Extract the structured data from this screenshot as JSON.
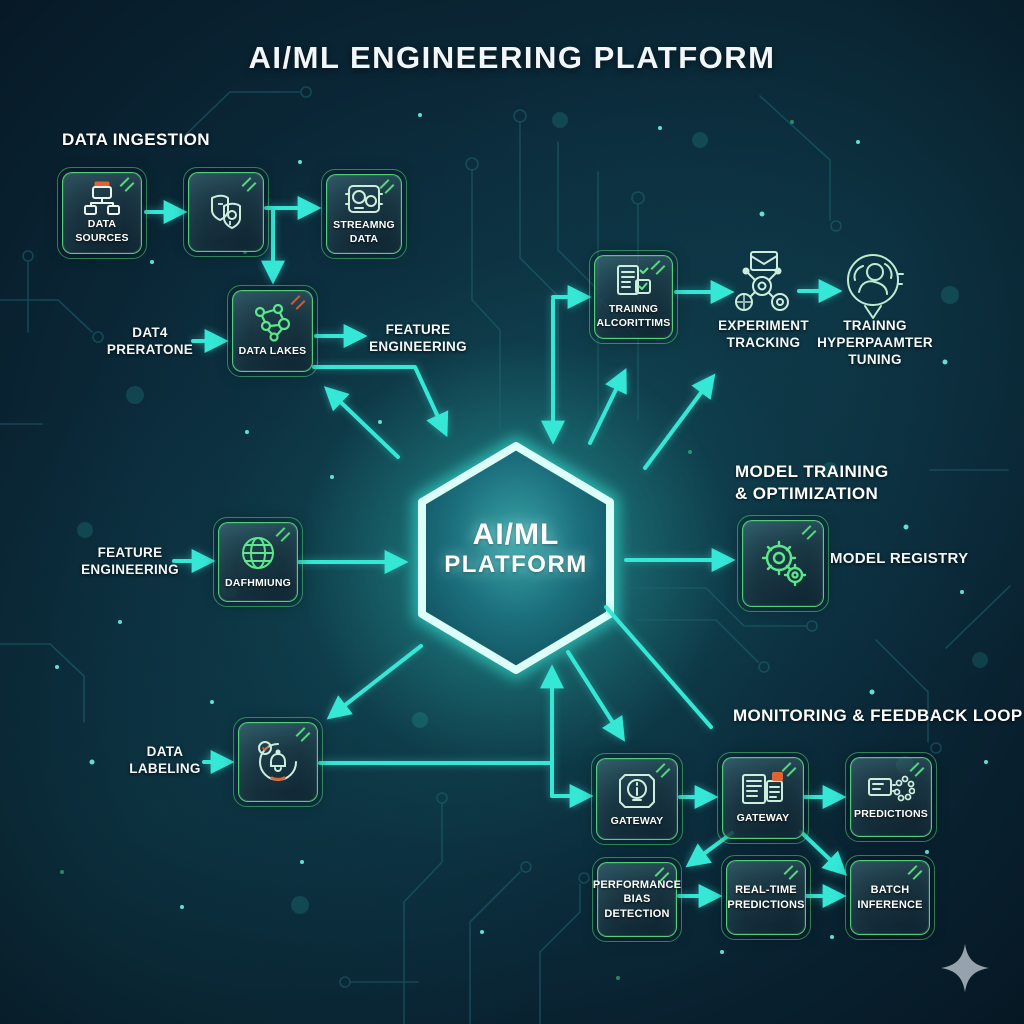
{
  "title": "AI/ML ENGINEERING PLATFORM",
  "headings": {
    "data_ingestion": "DATA INGESTION",
    "model_training": "MODEL TRAINING\n& OPTIMIZATION",
    "monitoring": "MONITORING & FEEDBACK LOOP"
  },
  "center": {
    "line1": "AI/ML",
    "line2": "PLATFORM"
  },
  "nodes": {
    "data_sources": {
      "label": "DATA\nSOURCES"
    },
    "streaming_data": {
      "label": "STREAMNG\nDATA"
    },
    "data_lakes": {
      "label": "DATA LAKES"
    },
    "training_algorithms": {
      "label": "TRAINNG\nALCORITTIMS"
    },
    "experiment_tracking": {
      "label": "EXPERIMENT\nTRACKING"
    },
    "hyperparameter_tuning": {
      "label": "TRAINNG\nHYPERPAAMTER\nTUNING"
    },
    "model_registry": {
      "label": "MODEL REGISTRY"
    },
    "feature_mining": {
      "label": "DAFHMIUNG"
    },
    "data_labeling_box": {
      "label": ""
    },
    "gateway_primary": {
      "label": "GATEWAY"
    },
    "gateway_secondary": {
      "label": "GATEWAY"
    },
    "predictions": {
      "label": "PREDICTIONS"
    },
    "bias_detection": {
      "label": "PERFORMANCE\nBIAS\nDETECTION"
    },
    "realtime_predictions": {
      "label": "REAL-TIME\nPREDICTIONS"
    },
    "batch_inference": {
      "label": "BATCH\nINFERENCE"
    }
  },
  "side_labels": {
    "data_preparation": "DAT4\nPRERATONE",
    "feature_engineering_top": "FEATURE\nENGINEERING",
    "feature_engineering_left": "FEATURE\nENGINEERING",
    "data_labeling": "DATA\nLABELING"
  },
  "colors": {
    "background": "#0a2433",
    "box_border": "#58e07d",
    "arrow": "#35e8d6",
    "hex_stroke": "#ddfffa",
    "hex_glow": "#35e8d6",
    "accent_orange": "#e06432",
    "text": "#ffffff",
    "sparkle": "#96a3ac"
  }
}
